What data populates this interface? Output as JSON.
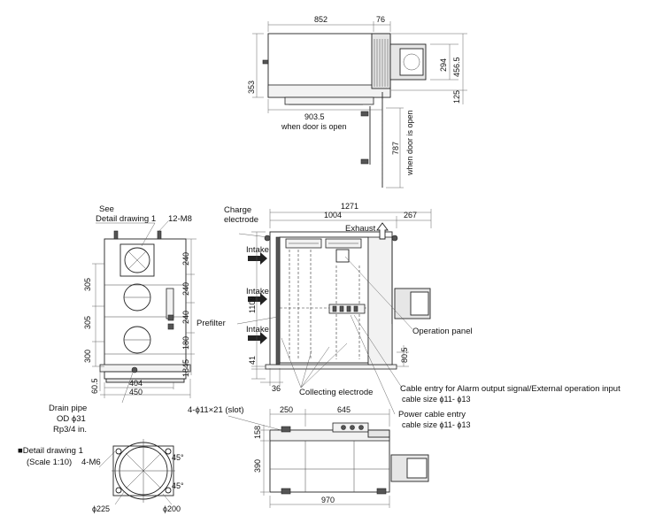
{
  "top_view": {
    "dims": {
      "width": "852",
      "motor": "76",
      "depth": "353",
      "motor_h": "294",
      "overall_h": "456.5",
      "bottom": "125",
      "door_w": "903.5",
      "door_d": "787"
    },
    "notes": {
      "door_w_note": "when door is open",
      "door_d_note": "when door is open"
    }
  },
  "left_view": {
    "labels": {
      "see": "See",
      "detail_ref": "Detail drawing 1",
      "bolt": "12-M8",
      "drain": "Drain pipe",
      "od": "OD  ϕ31",
      "rp": "Rp3/4 in."
    },
    "dims": {
      "p1": "305",
      "p2": "305",
      "p3": "300",
      "r1": "240",
      "r2": "240",
      "r3": "240",
      "r4": "180",
      "total": "1845",
      "base": "60.5",
      "w_inner": "404",
      "w_outer": "450"
    }
  },
  "front_view": {
    "labels": {
      "charge": "Charge",
      "electrode": "electrode",
      "exhaust": "Exhaust",
      "intake1": "Intake",
      "intake2": "Intake",
      "intake3": "Intake",
      "prefilter": "Prefilter",
      "operation_panel": "Operation panel",
      "collecting": "Collecting electrode",
      "cable_alarm": "Cable entry for Alarm output signal/External operation input",
      "cable_alarm_size": "cable size  ϕ11- ϕ13",
      "power_cable": "Power cable entry",
      "power_cable_size": "cable size  ϕ11- ϕ13"
    },
    "dims": {
      "overall": "1271",
      "body": "1004",
      "side": "267",
      "height": "1109",
      "h41": "41",
      "w36": "36",
      "h805": "80.5"
    }
  },
  "bottom_view": {
    "labels": {
      "slot": "4-ϕ11×21 (slot)"
    },
    "dims": {
      "d250": "250",
      "d645": "645",
      "d158": "158",
      "d390": "390",
      "d970": "970"
    }
  },
  "detail": {
    "labels": {
      "title": "■Detail drawing 1",
      "scale": "(Scale 1:10)",
      "bolts": "4-M6",
      "a1": "45°",
      "a2": "45°"
    },
    "dims": {
      "d225": "ϕ225",
      "d200": "ϕ200"
    }
  }
}
